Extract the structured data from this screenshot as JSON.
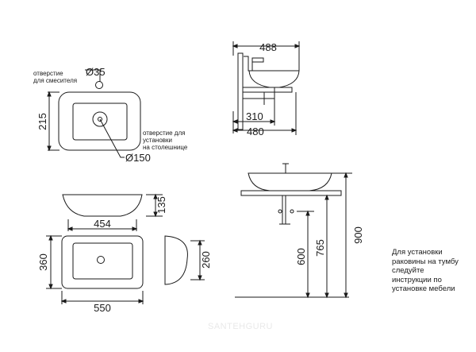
{
  "dimensions": {
    "d_mixer": "Ø35",
    "d_depth_top": "215",
    "d_drain": "Ø150",
    "w_top_488": "488",
    "w_310": "310",
    "w_480": "480",
    "h_135": "135",
    "w_454": "454",
    "h_360": "360",
    "h_260": "260",
    "w_550": "550",
    "h_600": "600",
    "h_765": "765",
    "h_900": "900"
  },
  "notes": {
    "mixer_hole_line1": "отверстие",
    "mixer_hole_line2": "для смесителя",
    "counter_hole_line1": "отверстие для",
    "counter_hole_line2": "установки",
    "counter_hole_line3": "на столешнице"
  },
  "side_note_lines": [
    "Для установки",
    "раковины на тумбу",
    "следуйте",
    "инструкции по",
    "установке мебели"
  ],
  "watermark": "SANTEHGURU"
}
